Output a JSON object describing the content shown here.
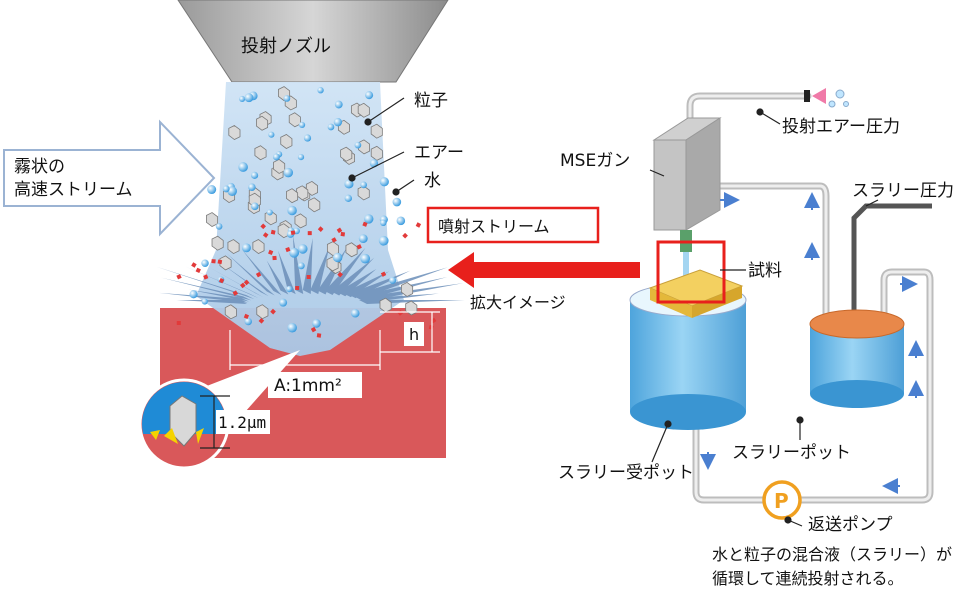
{
  "labels": {
    "nozzle": "投射ノズル",
    "particle": "粒子",
    "air": "エアー",
    "water": "水",
    "mist_stream": "霧状の\n高速ストリーム",
    "jet_stream": "噴射ストリーム",
    "magnify": "拡大イメージ",
    "depth": "h",
    "area": "A:1mm²",
    "particle_size": "1.2μm",
    "mse_gun": "MSEガン",
    "air_pressure": "投射エアー圧力",
    "slurry_pressure": "スラリー圧力",
    "sample": "試料",
    "receiver_pot": "スラリー受ポット",
    "slurry_pot": "スラリーポット",
    "pump_symbol": "P",
    "return_pump": "返送ポンプ",
    "caption": "水と粒子の混合液（スラリー）が\n循環して連続投射される。"
  },
  "colors": {
    "target": "#d9585a",
    "water_spray": "#b9d6ee",
    "jet_arrow": "#e8201c",
    "callout_box": "#e8201c",
    "tank_water": "#5fb8e8",
    "slurry_orange": "#e8884a",
    "pipe": "#c8c8c8",
    "flow_arrow": "#4a7fd0",
    "pump": "#f0a020"
  }
}
